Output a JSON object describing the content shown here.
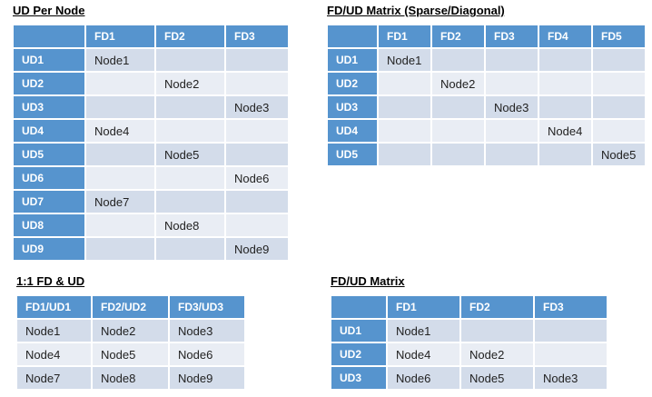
{
  "colors": {
    "header_blue": "#5694CE",
    "band_dark": "#D3DCEA",
    "band_light": "#E9EDF4",
    "header_text": "#FFFFFF",
    "body_text": "#222222",
    "title_text": "#000000"
  },
  "tables": [
    {
      "id": "ud-per-node",
      "title": "UD Per Node",
      "columns": [
        "",
        "FD1",
        "FD2",
        "FD3"
      ],
      "rows": [
        {
          "label": "UD1",
          "cells": [
            "Node1",
            "",
            ""
          ]
        },
        {
          "label": "UD2",
          "cells": [
            "",
            "Node2",
            ""
          ]
        },
        {
          "label": "UD3",
          "cells": [
            "",
            "",
            "Node3"
          ]
        },
        {
          "label": "UD4",
          "cells": [
            "Node4",
            "",
            ""
          ]
        },
        {
          "label": "UD5",
          "cells": [
            "",
            "Node5",
            ""
          ]
        },
        {
          "label": "UD6",
          "cells": [
            "",
            "",
            "Node6"
          ]
        },
        {
          "label": "UD7",
          "cells": [
            "Node7",
            "",
            ""
          ]
        },
        {
          "label": "UD8",
          "cells": [
            "",
            "Node8",
            ""
          ]
        },
        {
          "label": "UD9",
          "cells": [
            "",
            "",
            "Node9"
          ]
        }
      ]
    },
    {
      "id": "fd-ud-matrix-sparse-diagonal",
      "title": "FD/UD Matrix (Sparse/Diagonal)",
      "columns": [
        "",
        "FD1",
        "FD2",
        "FD3",
        "FD4",
        "FD5"
      ],
      "rows": [
        {
          "label": "UD1",
          "cells": [
            "Node1",
            "",
            "",
            "",
            ""
          ]
        },
        {
          "label": "UD2",
          "cells": [
            "",
            "Node2",
            "",
            "",
            ""
          ]
        },
        {
          "label": "UD3",
          "cells": [
            "",
            "",
            "Node3",
            "",
            ""
          ]
        },
        {
          "label": "UD4",
          "cells": [
            "",
            "",
            "",
            "Node4",
            ""
          ]
        },
        {
          "label": "UD5",
          "cells": [
            "",
            "",
            "",
            "",
            "Node5"
          ]
        }
      ]
    },
    {
      "id": "one-to-one-fd-and-ud",
      "title": "1:1 FD & UD",
      "columns": [
        "FD1/UD1",
        "FD2/UD2",
        "FD3/UD3"
      ],
      "rows": [
        {
          "cells": [
            "Node1",
            "Node2",
            "Node3"
          ]
        },
        {
          "cells": [
            "Node4",
            "Node5",
            "Node6"
          ]
        },
        {
          "cells": [
            "Node7",
            "Node8",
            "Node9"
          ]
        }
      ]
    },
    {
      "id": "fd-ud-matrix",
      "title": "FD/UD Matrix",
      "columns": [
        "",
        "FD1",
        "FD2",
        "FD3"
      ],
      "rows": [
        {
          "label": "UD1",
          "cells": [
            "Node1",
            "",
            ""
          ]
        },
        {
          "label": "UD2",
          "cells": [
            "Node4",
            "Node2",
            ""
          ]
        },
        {
          "label": "UD3",
          "cells": [
            "Node6",
            "Node5",
            "Node3"
          ]
        }
      ]
    }
  ]
}
